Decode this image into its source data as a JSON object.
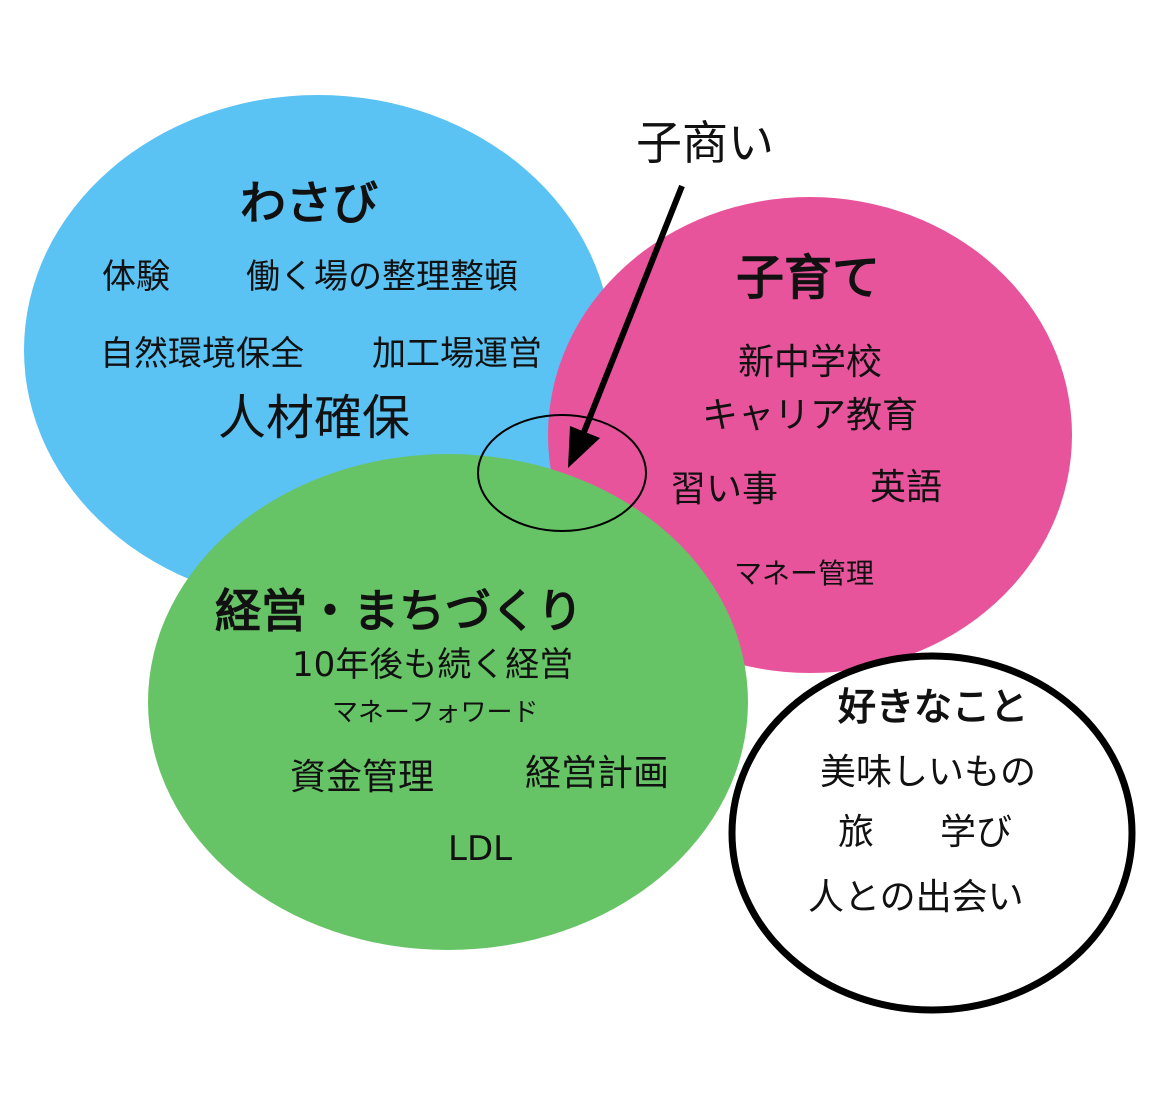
{
  "colors": {
    "wasabi": "#5BC2F4",
    "kosodate": "#E8549B",
    "keiei": "#66C466",
    "outline": "#000000",
    "text": "#111111"
  },
  "circles": {
    "wasabi": {
      "title": "わさび",
      "items": [
        "体験",
        "働く場の整理整頓",
        "自然環境保全",
        "加工場運営",
        "人材確保"
      ]
    },
    "kosodate": {
      "title": "子育て",
      "items": [
        "新中学校",
        "キャリア教育",
        "習い事",
        "英語",
        "マネー管理"
      ]
    },
    "keiei": {
      "title": "経営・まちづくり",
      "items": [
        "10年後も続く経営",
        "マネーフォワード",
        "資金管理",
        "経営計画",
        "LDL"
      ]
    },
    "suki": {
      "title": "好きなこと",
      "items": [
        "美味しいもの",
        "旅",
        "学び",
        "人との出会い"
      ]
    }
  },
  "annotation": {
    "label": "子商い",
    "icon": "arrow-icon"
  }
}
